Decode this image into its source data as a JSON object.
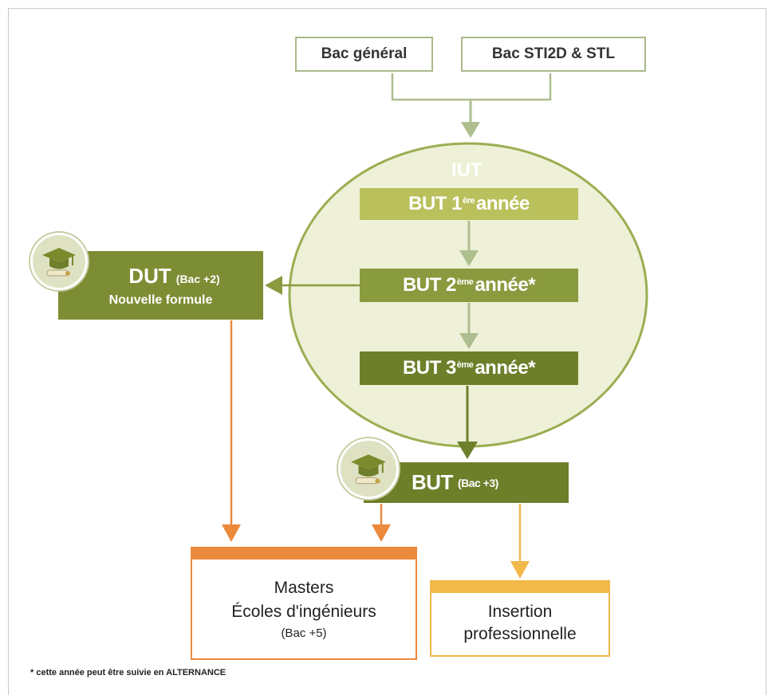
{
  "entries": {
    "bac_general": "Bac général",
    "bac_sti2d": "Bac STI2D & STL"
  },
  "iut": {
    "title": "IUT"
  },
  "but_years": [
    {
      "prefix": "BUT 1",
      "sup": "ère",
      "suffix": "année"
    },
    {
      "prefix": "BUT 2",
      "sup": "ème",
      "suffix": "année*"
    },
    {
      "prefix": "BUT 3",
      "sup": "ème",
      "suffix": "année*"
    }
  ],
  "dut": {
    "title": "DUT",
    "level": "(Bac +2)",
    "subtitle": "Nouvelle formule"
  },
  "but_diploma": {
    "title": "BUT",
    "level": "(Bac +3)"
  },
  "masters": {
    "line1": "Masters",
    "line2": "Écoles d'ingénieurs",
    "line3": "(Bac +5)"
  },
  "insertion": {
    "line1": "Insertion",
    "line2": "professionnelle"
  },
  "footnote": "* cette année peut être suivie en ALTERNANCE",
  "colors": {
    "light_green": "#b9c05c",
    "mid_green": "#8a9a3e",
    "dark_green": "#6e7f2a",
    "ellipse_fill": "#eef0d7",
    "ellipse_stroke": "#9aae52",
    "orange": "#ec8a3c",
    "yellow": "#f2b84a",
    "connector": "#aebe8f"
  },
  "icons": {
    "badge": "graduation-cap-icon"
  }
}
